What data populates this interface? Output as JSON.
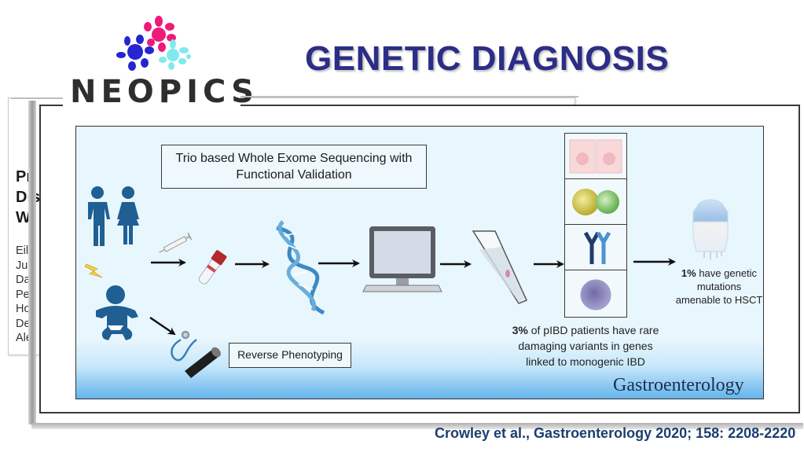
{
  "slide": {
    "title": "GENETIC DIAGNOSIS",
    "logo_text": "NEOPICS",
    "citation": "Crowley et al., Gastroenterology 2020; 158: 2208-2220",
    "colors": {
      "title": "#2b2d86",
      "citation": "#1b3e6f",
      "panel_bg": "#e8f6fd",
      "icon_blue": "#1f5f94",
      "flower_pink": "#ee1a7a",
      "flower_blue": "#1a1ad0",
      "flower_cyan": "#7ae8f0"
    }
  },
  "background_paper": {
    "title_lines": [
      "Pr",
      "Dis",
      "Wl"
    ],
    "author_fragments": [
      "Eile",
      "Jus",
      "Dav",
      "Pet",
      "Ho",
      "Der",
      "Ale"
    ]
  },
  "figure": {
    "wes_box": {
      "line1": "Trio based Whole Exome Sequencing with",
      "line2": "Functional Validation"
    },
    "reverse_phenotyping": "Reverse Phenotyping",
    "stat_3pct": {
      "bold": "3%",
      "line1_rest": " of pIBD patients have rare",
      "line2": "damaging variants in genes",
      "line3": "linked to monogenic IBD"
    },
    "stat_1pct": {
      "bold": "1%",
      "line1_rest": " have genetic",
      "line2": "mutations",
      "line3": "amenable to HSCT"
    },
    "journal_name": "Gastroenterology",
    "icons": [
      "parents-icon",
      "lightning-icon",
      "baby-icon",
      "syringe-icon",
      "blood-tube-icon",
      "dna-icon",
      "computer-icon",
      "slide-icon",
      "epithelial-cells-icon",
      "immune-cells-icon",
      "antibody-icon",
      "lymphocyte-icon",
      "stethoscope-icon",
      "endoscope-icon",
      "transfusion-bag-icon"
    ]
  }
}
